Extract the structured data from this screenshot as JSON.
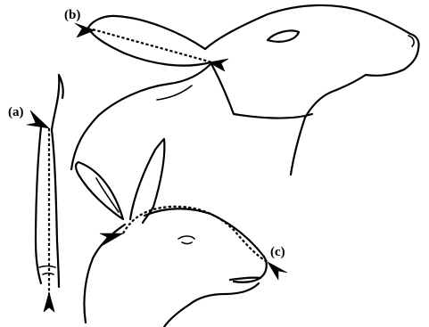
{
  "labels": {
    "a": "(a)",
    "b": "(b)",
    "c": "(c)"
  },
  "colors": {
    "ink": "#000000",
    "background": "#ffffff"
  }
}
